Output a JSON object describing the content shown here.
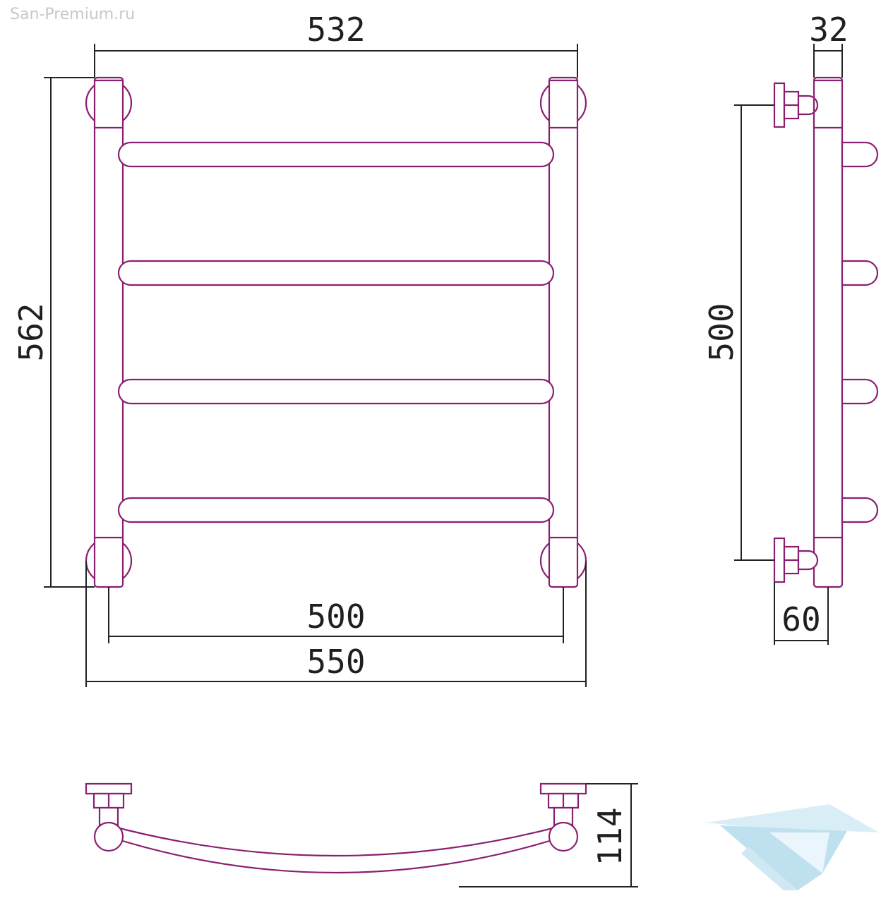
{
  "watermark": "San-Premium.ru",
  "front_view": {
    "dim_top_width": "532",
    "dim_height": "562",
    "dim_inner_spacing": "500",
    "dim_outer_width": "550",
    "rung_count": 4
  },
  "side_view": {
    "dim_depth_top": "32",
    "dim_height": "500",
    "dim_offset_bottom": "60"
  },
  "top_view": {
    "dim_depth": "114"
  },
  "colors": {
    "outline": "#8a1f70",
    "dimension": "#222222",
    "logo": "#a9d6ea"
  },
  "logo_icon": "brand-logo-icon"
}
